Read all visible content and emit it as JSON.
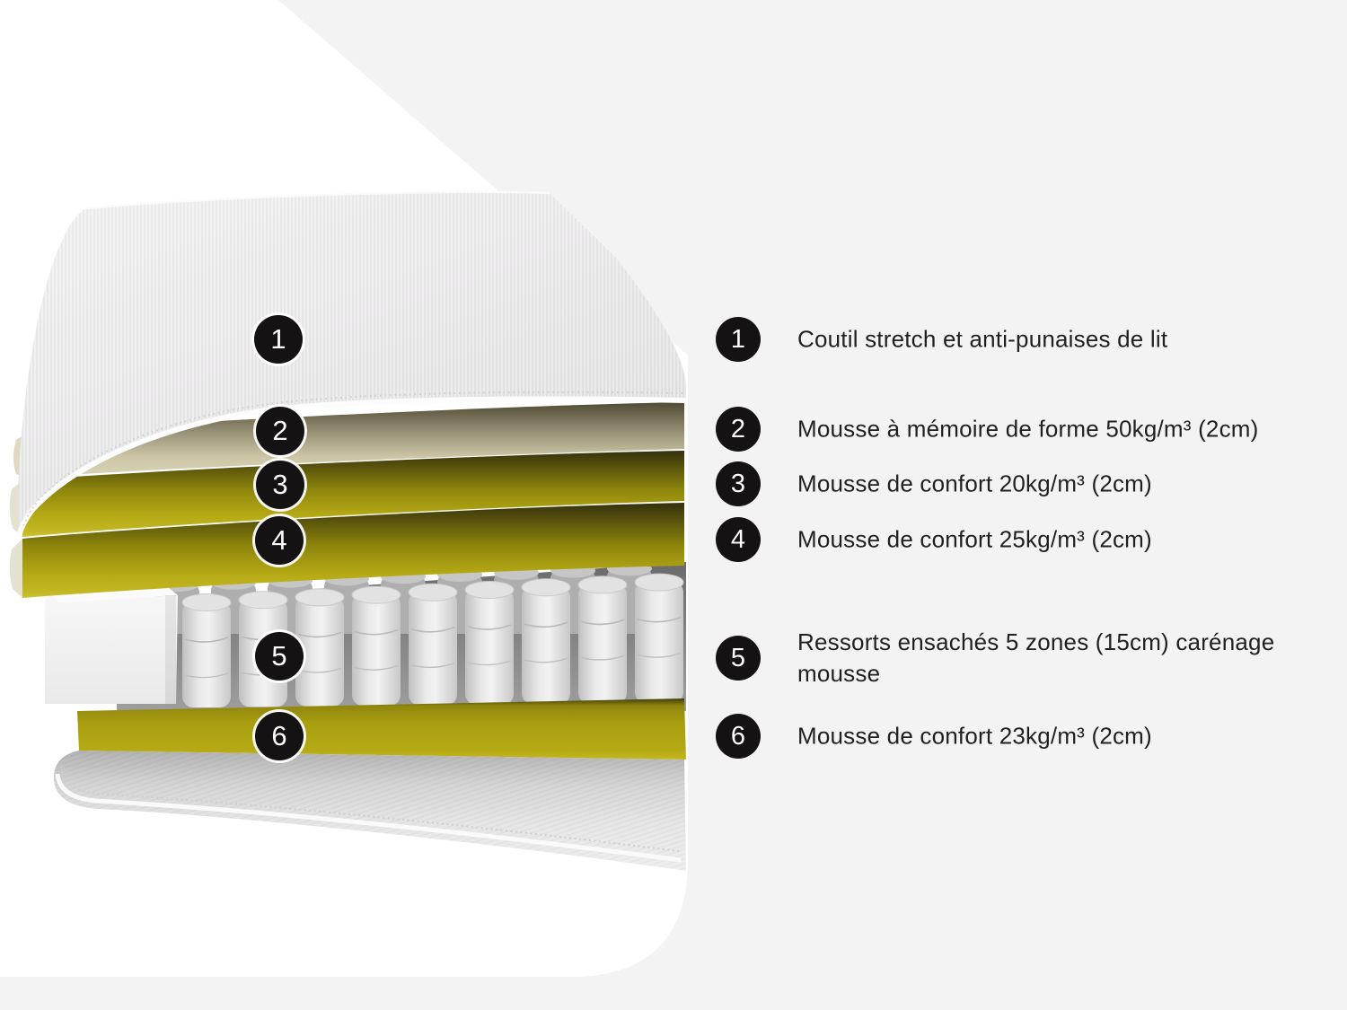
{
  "page": {
    "type": "mattress-layers-infographic",
    "language": "fr"
  },
  "colors": {
    "page_background": "#f4f3f4",
    "panel_white": "#ffffff",
    "marker_black": "#141213",
    "marker_number_white": "#ffffff",
    "text_color": "#211f20",
    "foam_yellow": "#b5a915",
    "foam_cream": "#cbc5a5",
    "fabric_light": "#ededee",
    "springs_grey": "#d9d9d9"
  },
  "diagram": {
    "name": "coupe-matelas",
    "markers": [
      {
        "num": "1"
      },
      {
        "num": "2"
      },
      {
        "num": "3"
      },
      {
        "num": "4"
      },
      {
        "num": "5"
      },
      {
        "num": "6"
      }
    ]
  },
  "legend": {
    "items": [
      {
        "num": "1",
        "label": "Coutil stretch et anti-punaises de lit"
      },
      {
        "num": "2",
        "label": "Mousse à mémoire de forme 50kg/m³ (2cm)"
      },
      {
        "num": "3",
        "label": "Mousse de confort 20kg/m³ (2cm)"
      },
      {
        "num": "4",
        "label": "Mousse de confort 25kg/m³ (2cm)"
      },
      {
        "num": "5",
        "label": "Ressorts ensachés 5 zones (15cm) carénage mousse"
      },
      {
        "num": "6",
        "label": "Mousse de confort 23kg/m³ (2cm)"
      }
    ]
  }
}
